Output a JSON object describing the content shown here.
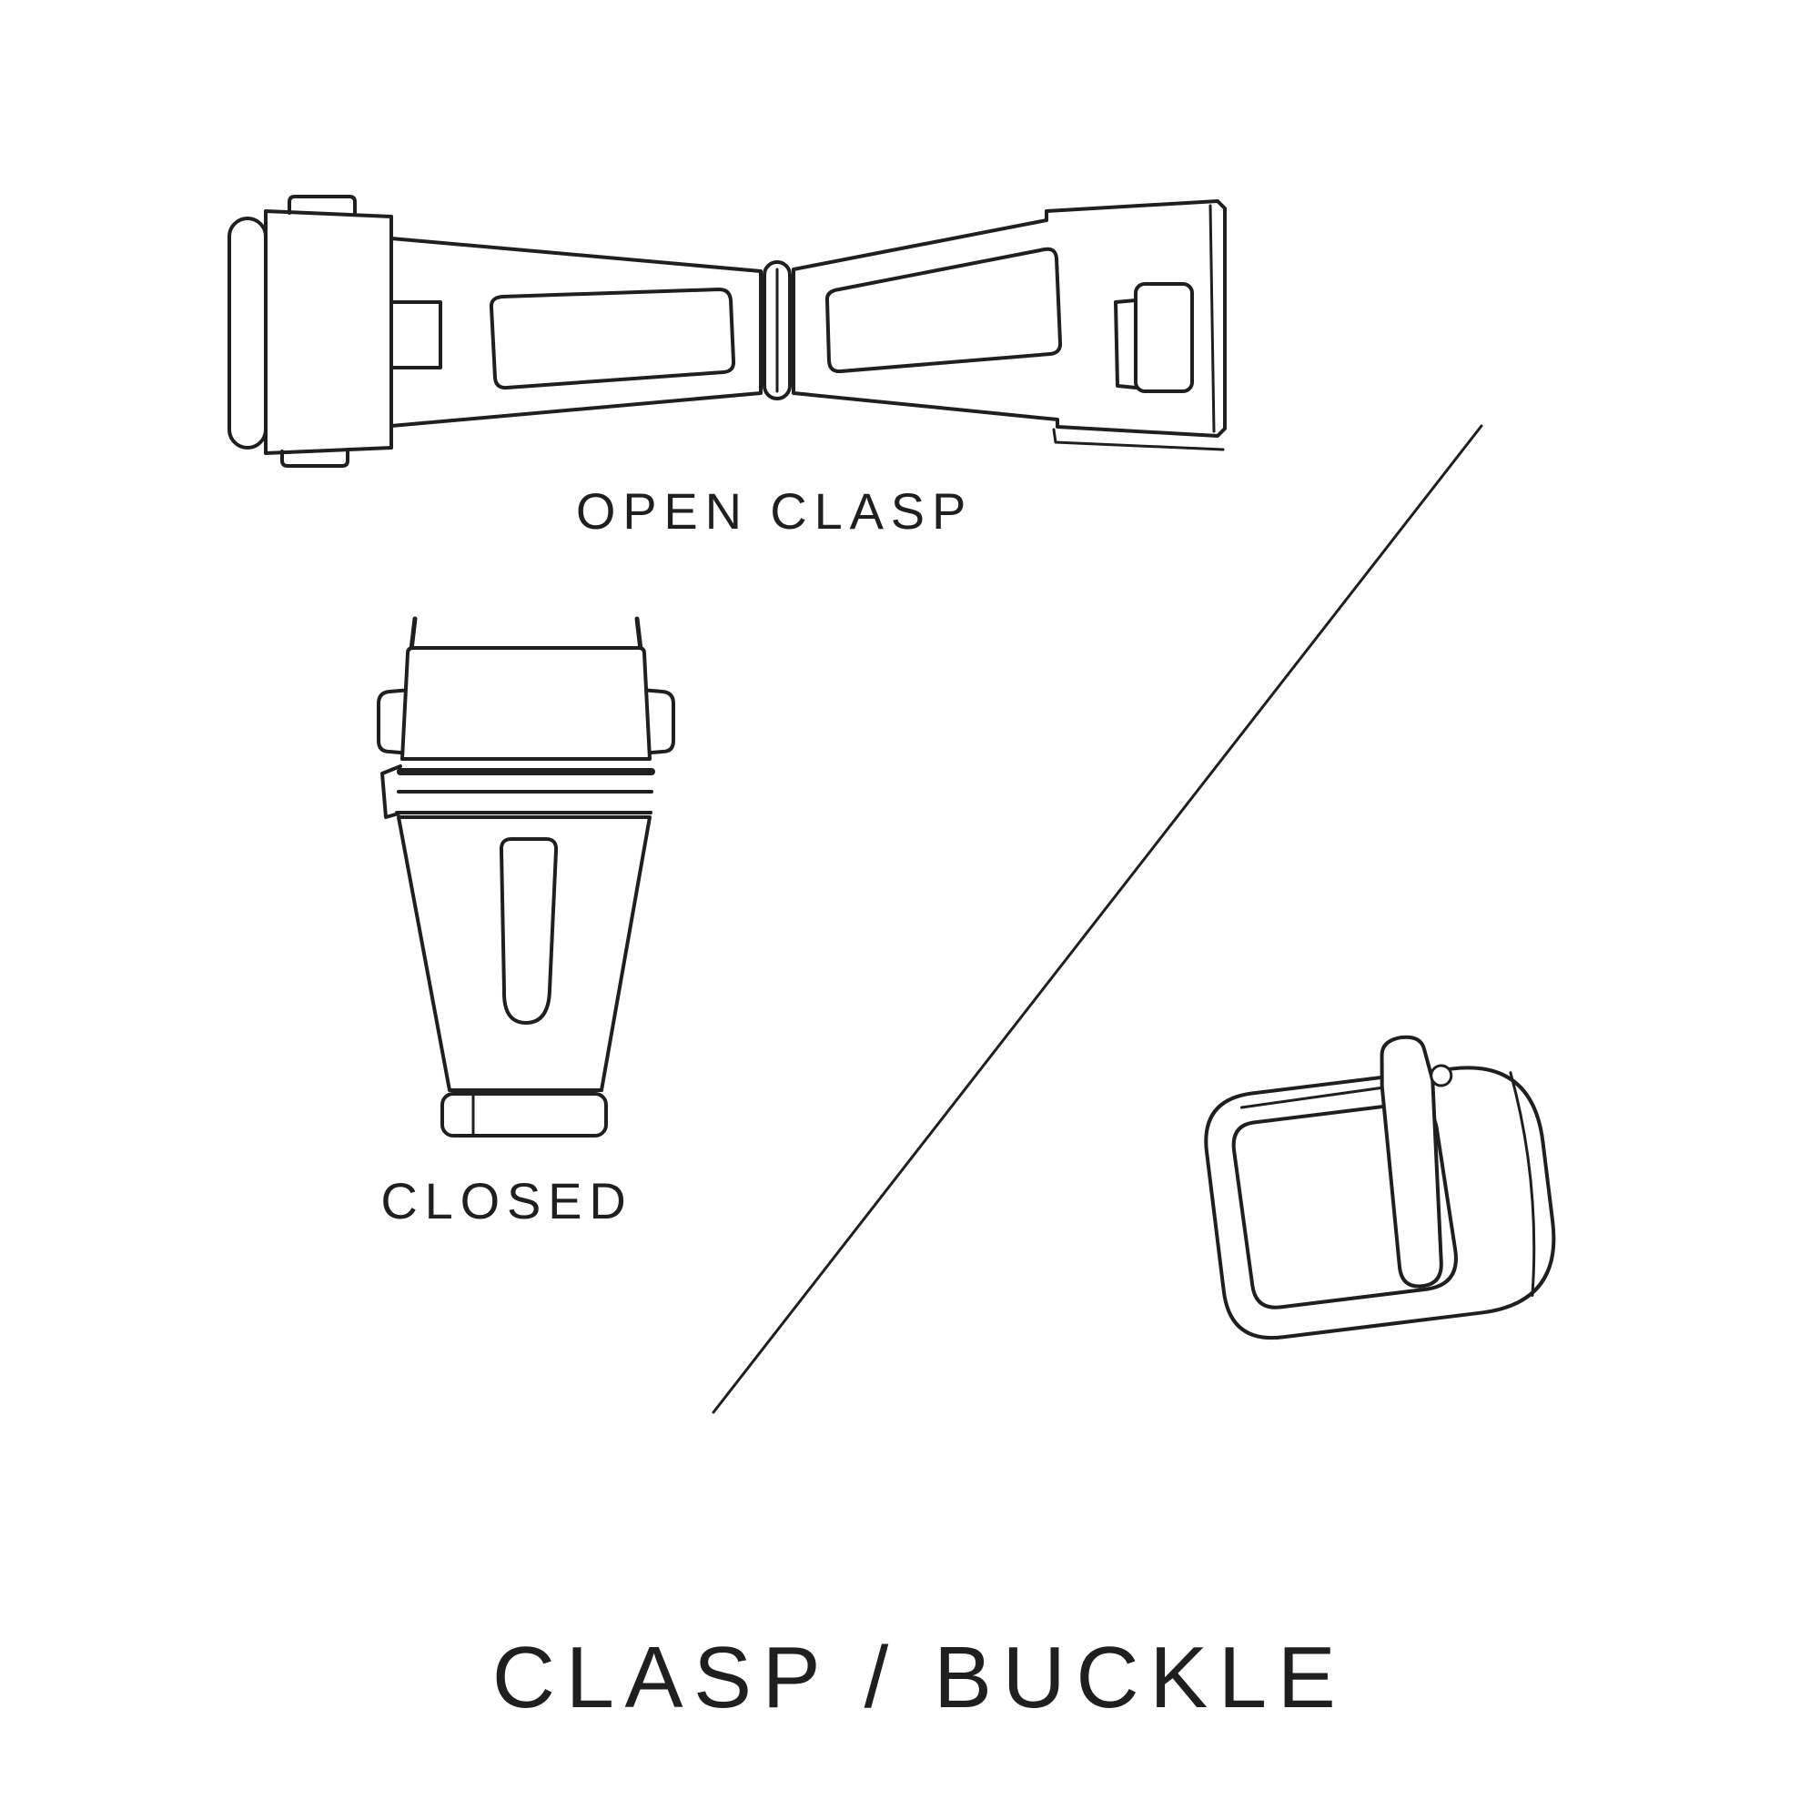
{
  "page": {
    "background": "#ffffff",
    "ink": "#1f1f1f"
  },
  "labels": {
    "open_clasp": "OPEN CLASP",
    "closed": "CLOSED",
    "title": "CLASP / BUCKLE"
  },
  "illustrations": {
    "open_clasp": "open-clasp-line-drawing",
    "closed_clasp": "closed-clasp-line-drawing",
    "buckle": "tang-buckle-line-drawing",
    "divider": "diagonal-divider-line"
  }
}
